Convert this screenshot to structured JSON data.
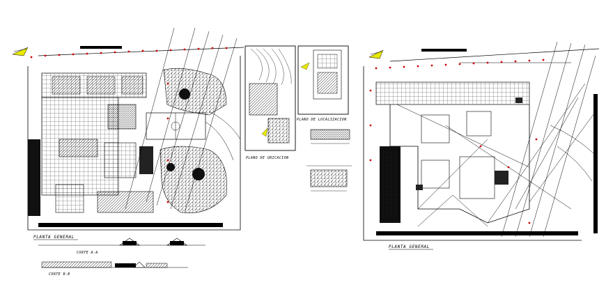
{
  "sheet": {
    "labels": {
      "planta_general_left": "PLANTA GENERAL",
      "corte_a": "CORTE A-A",
      "corte_b": "CORTE B-B",
      "plano_ubicacion": "PLANO DE UBICACION",
      "plano_localizacion": "PLANO DE LOCALIZACION",
      "planta_general_right": "PLANTA GENERAL"
    },
    "colors": {
      "line": "#000000",
      "accent_red": "#cc0000",
      "north_arrow": "#e8e800",
      "background": "#ffffff"
    }
  }
}
